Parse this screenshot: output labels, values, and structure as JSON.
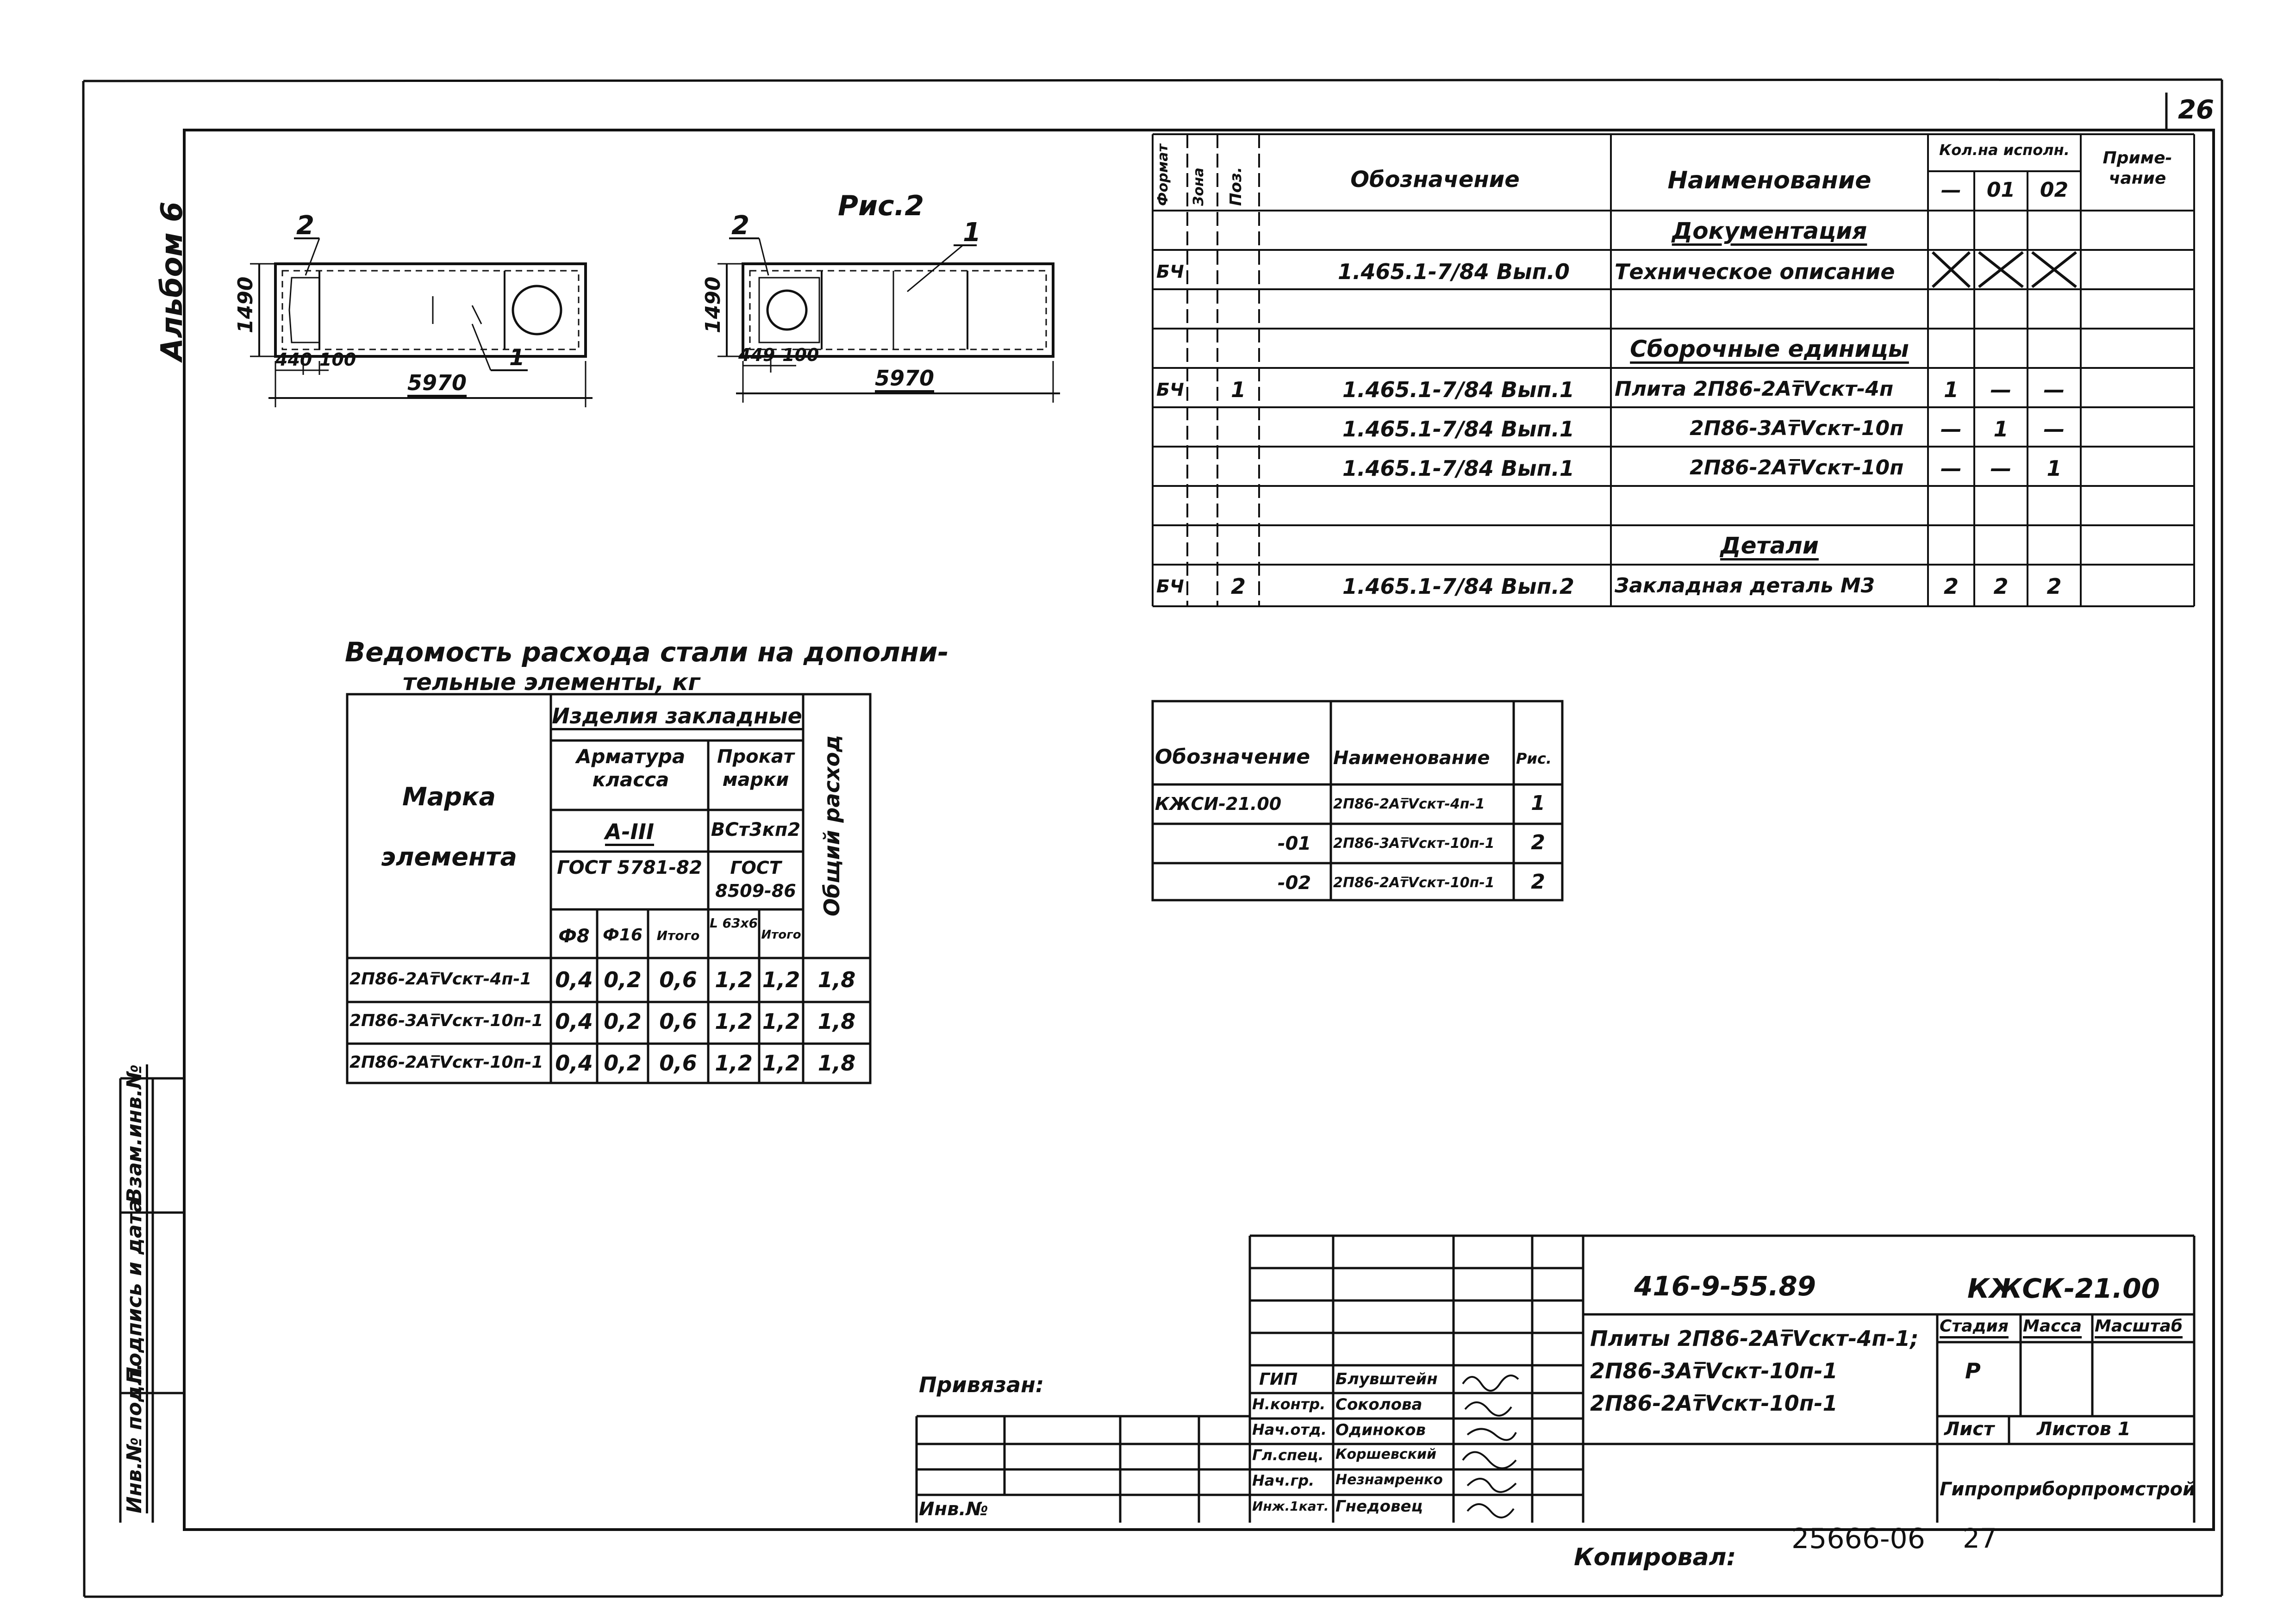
{
  "sheet": {
    "page_number": "26",
    "album": "Альбом 6",
    "copied_label": "Копировал:",
    "stamp_number": "25666-06",
    "stamp_page": "27"
  },
  "drawings": {
    "fig_label": "Рис.2",
    "left": {
      "pos_top": "2",
      "pos_bottom": "1",
      "height": "1490",
      "dim_a": "440",
      "dim_b": "100",
      "length": "5970"
    },
    "right": {
      "pos_top": "2",
      "pos_right": "1",
      "height": "1490",
      "dim_a": "449",
      "dim_b": "100",
      "length": "5970"
    }
  },
  "spec": {
    "headers": {
      "format": "Формат",
      "zone": "Зона",
      "pos": "Поз.",
      "designation": "Обозначение",
      "name": "Наименование",
      "qty": "Кол.на исполн.",
      "qty_cols": [
        "—",
        "01",
        "02"
      ],
      "note": "Приме-чание"
    },
    "rows": [
      {
        "type": "section",
        "name": "Документация"
      },
      {
        "format": "БЧ",
        "pos": "",
        "designation": "1.465.1-7/84 Вып.0",
        "name": "Техническое описание",
        "qty": [
          "x",
          "x",
          "x"
        ]
      },
      {
        "type": "blank"
      },
      {
        "type": "section",
        "name": "Сборочные единицы"
      },
      {
        "format": "БЧ",
        "pos": "1",
        "designation": "1.465.1-7/84 Вып.1",
        "name": "Плита 2П86-2Ат̅Vскт-4п",
        "qty": [
          "1",
          "—",
          "—"
        ]
      },
      {
        "format": "",
        "pos": "",
        "designation": "1.465.1-7/84 Вып.1",
        "name": "2П86-3Ат̅Vскт-10п",
        "qty": [
          "—",
          "1",
          "—"
        ]
      },
      {
        "format": "",
        "pos": "",
        "designation": "1.465.1-7/84 Вып.1",
        "name": "2П86-2Ат̅Vскт-10п",
        "qty": [
          "—",
          "—",
          "1"
        ]
      },
      {
        "type": "blank"
      },
      {
        "type": "section",
        "name": "Детали"
      },
      {
        "format": "БЧ",
        "pos": "2",
        "designation": "1.465.1-7/84 Вып.2",
        "name": "Закладная деталь М3",
        "qty": [
          "2",
          "2",
          "2"
        ]
      }
    ]
  },
  "steel": {
    "title_line1": "Ведомость расхода стали на дополни-",
    "title_line2": "тельные элементы, кг",
    "h_mark": [
      "Марка",
      "элемента"
    ],
    "h_embedded": "Изделия закладные",
    "h_rebar": "Арматура класса",
    "h_rolled": "Прокат марки",
    "h_rebar_class": "А-III",
    "h_rolled_grade": "ВСт3кп2",
    "h_gost1": "ГОСТ 5781-82",
    "h_gost2": "ГОСТ 8509-86",
    "h_total": "Общий расход",
    "sub": [
      "Ф8",
      "Ф16",
      "Итого",
      "L 63х6",
      "Итого"
    ],
    "rows": [
      {
        "mark": "2П86-2Ат̅Vскт-4п-1",
        "v": [
          "0,4",
          "0,2",
          "0,6",
          "1,2",
          "1,2",
          "1,8"
        ]
      },
      {
        "mark": "2П86-3Ат̅Vскт-10п-1",
        "v": [
          "0,4",
          "0,2",
          "0,6",
          "1,2",
          "1,2",
          "1,8"
        ]
      },
      {
        "mark": "2П86-2Ат̅Vскт-10п-1",
        "v": [
          "0,4",
          "0,2",
          "0,6",
          "1,2",
          "1,2",
          "1,8"
        ]
      }
    ]
  },
  "small_table": {
    "headers": [
      "Обозначение",
      "Наименование",
      "Рис."
    ],
    "rows": [
      {
        "d": "КЖСИ-21.00",
        "n": "2П86-2Ат̅Vскт-4п-1",
        "r": "1"
      },
      {
        "d": "-01",
        "n": "2П86-3Ат̅Vскт-10п-1",
        "r": "2"
      },
      {
        "d": "-02",
        "n": "2П86-2Ат̅Vскт-10п-1",
        "r": "2"
      }
    ]
  },
  "side_stamp": [
    "Инв.№ подл.",
    "Подпись и дата",
    "Взам.инв.№"
  ],
  "title_block": {
    "doc_number": "416-9-55.89",
    "code": "КЖСК-21.00",
    "title": [
      "Плиты 2П86-2Ат̅Vскт-4п-1;",
      "2П86-3Ат̅Vскт-10п-1",
      "2П86-2Ат̅Vскт-10п-1"
    ],
    "stage_label": "Стадия",
    "mass_label": "Масса",
    "scale_label": "Масштаб",
    "stage": "Р",
    "sheet_label": "Лист",
    "sheets_label": "Листов 1",
    "org": "Гипроприборпромстрой",
    "tied_label": "Привязан:",
    "inv_label": "Инв.№",
    "people": [
      {
        "role": "ГИП",
        "name": "Блувштейн"
      },
      {
        "role": "Н.контр.",
        "name": "Соколова"
      },
      {
        "role": "Нач.отд.",
        "name": "Одиноков"
      },
      {
        "role": "Гл.спец.",
        "name": "Коршевский"
      },
      {
        "role": "Нач.гр.",
        "name": "Незнамренко"
      },
      {
        "role": "Инж.1кат.",
        "name": "Гнедовец"
      }
    ]
  }
}
